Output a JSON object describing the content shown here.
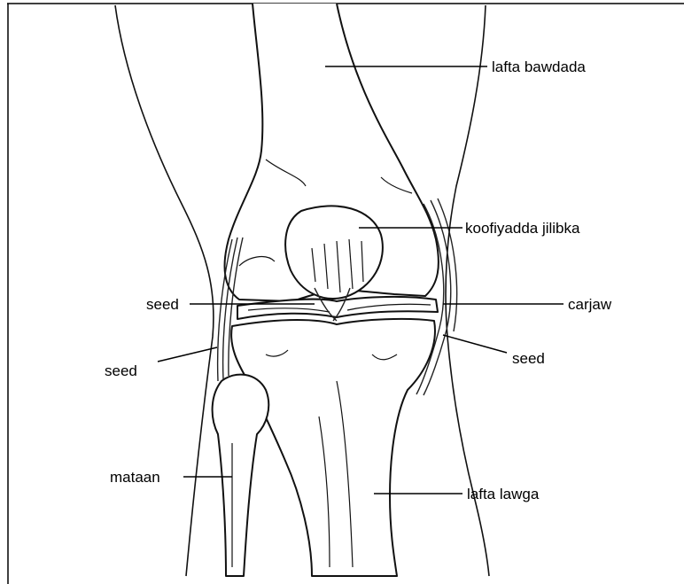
{
  "labels": {
    "femur": "lafta bawdada",
    "patella": "koofiyadda jilibka",
    "ligament_left_upper": "seed",
    "cartilage": "carjaw",
    "ligament_left_lower": "seed",
    "ligament_right": "seed",
    "fibula": "mataan",
    "tibia": "lafta lawga"
  }
}
